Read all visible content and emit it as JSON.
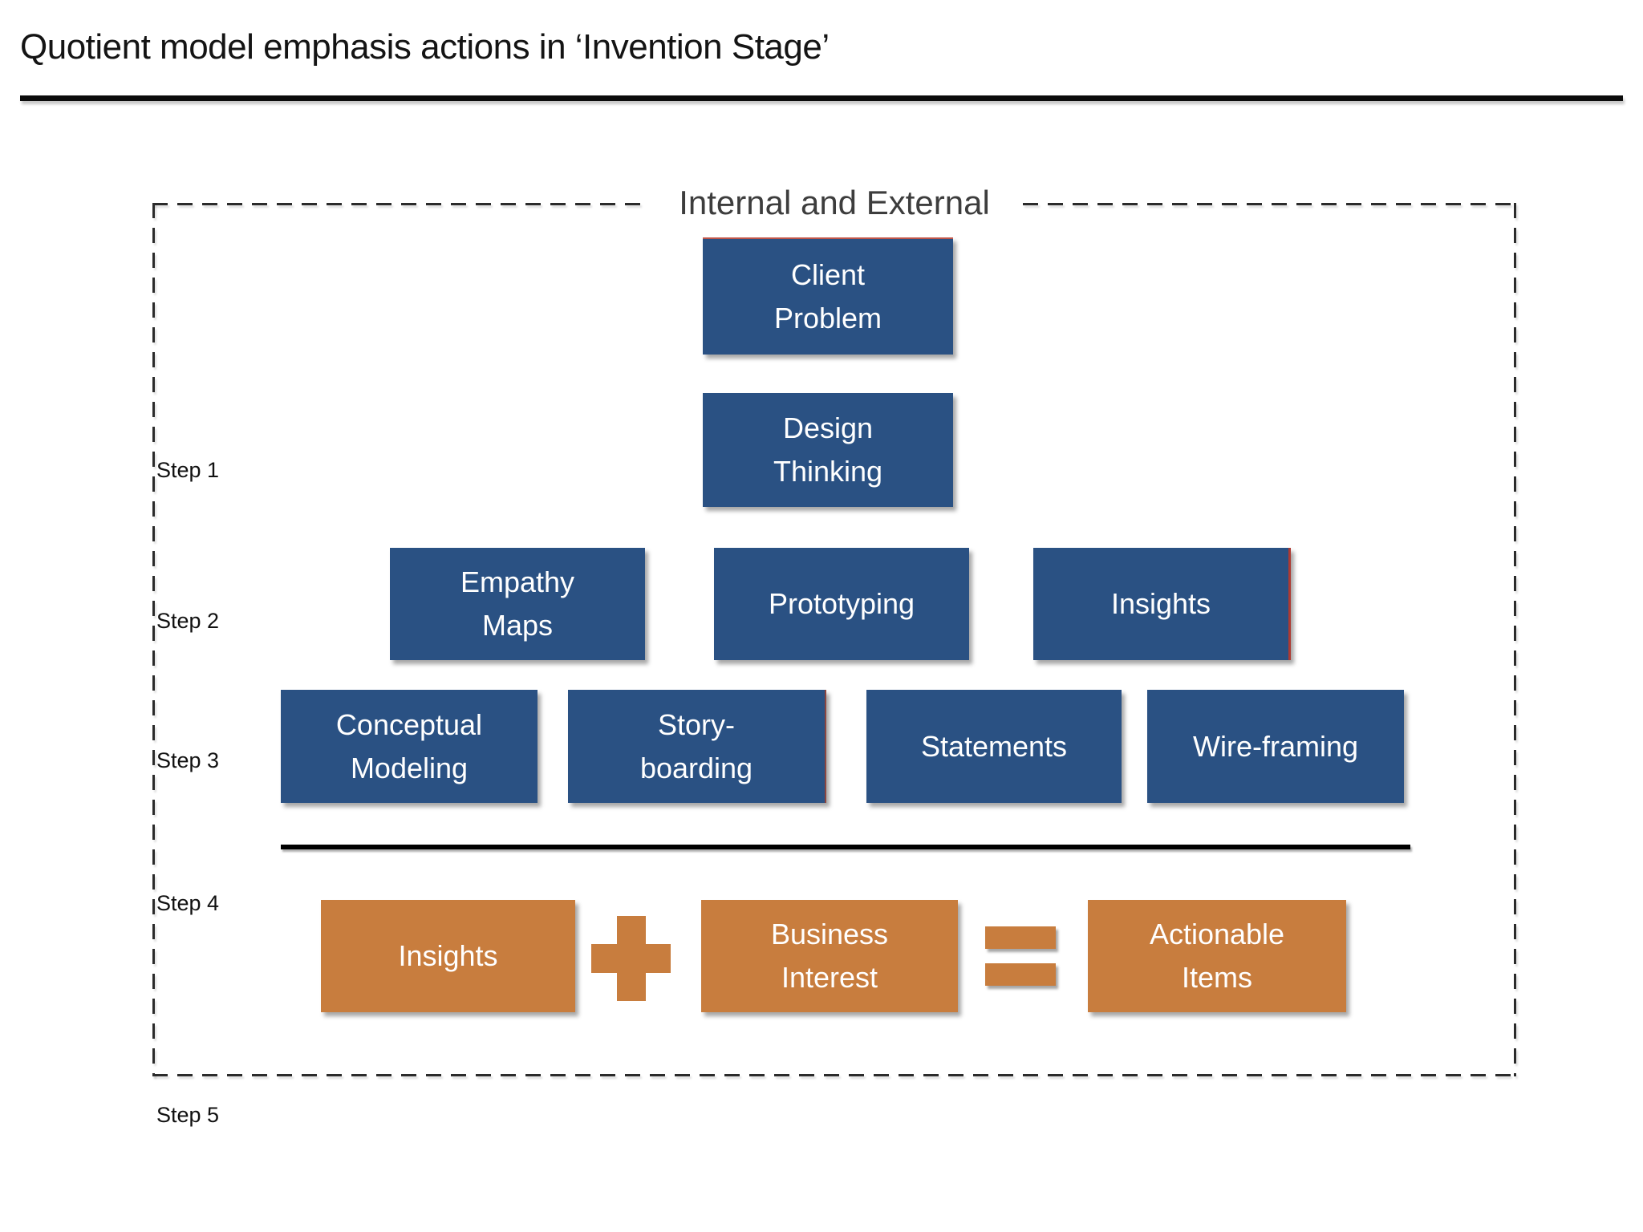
{
  "title": "Quotient model emphasis actions in ‘Invention Stage’",
  "container_label": "Internal and External",
  "styles": {
    "box_blue": "#2A5183",
    "box_orange": "#C87D3E",
    "accent_red_edge": "#AD3A33",
    "frame_border": "#2B2B2B",
    "divider": "#000000",
    "background": "#FFFFFF"
  },
  "steps": [
    {
      "label": "Step 1",
      "boxes": [
        {
          "label": "Client\nProblem"
        }
      ]
    },
    {
      "label": "Step 2",
      "boxes": [
        {
          "label": "Design\nThinking"
        }
      ]
    },
    {
      "label": "Step 3",
      "boxes": [
        {
          "label": "Empathy\nMaps"
        },
        {
          "label": "Prototyping"
        },
        {
          "label": "Insights"
        }
      ]
    },
    {
      "label": "Step 4",
      "boxes": [
        {
          "label": "Conceptual\nModeling"
        },
        {
          "label": "Story-\nboarding"
        },
        {
          "label": "Statements"
        },
        {
          "label": "Wire-framing"
        }
      ]
    },
    {
      "label": "Step 5",
      "boxes": [
        {
          "label": "Insights"
        },
        {
          "label": "Business\nInterest"
        },
        {
          "label": "Actionable\nItems"
        }
      ],
      "operators": [
        {
          "name": "plus-icon"
        },
        {
          "name": "equals-icon"
        }
      ],
      "formula": "Insights + Business Interest = Actionable Items"
    }
  ]
}
